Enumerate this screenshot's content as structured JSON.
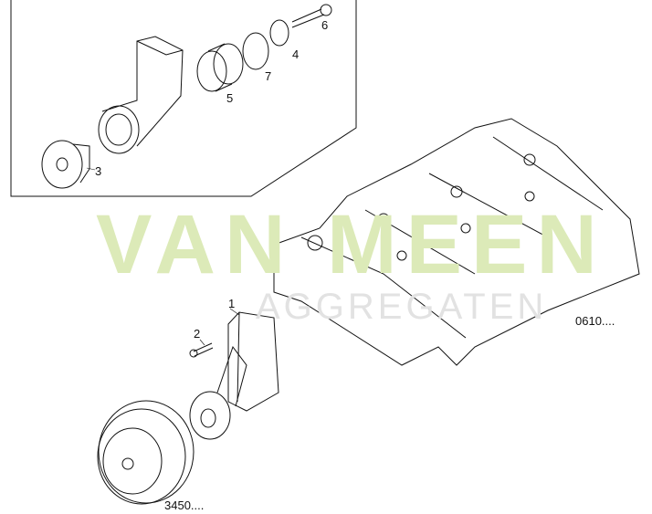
{
  "watermark": {
    "brand": "VAN MEEN",
    "tagline": "AGGREGATEN"
  },
  "callouts": [
    "1",
    "2",
    "3",
    "4",
    "5",
    "6",
    "7"
  ],
  "references": {
    "cylinder_head": "0610....",
    "pulley": "3450...."
  }
}
